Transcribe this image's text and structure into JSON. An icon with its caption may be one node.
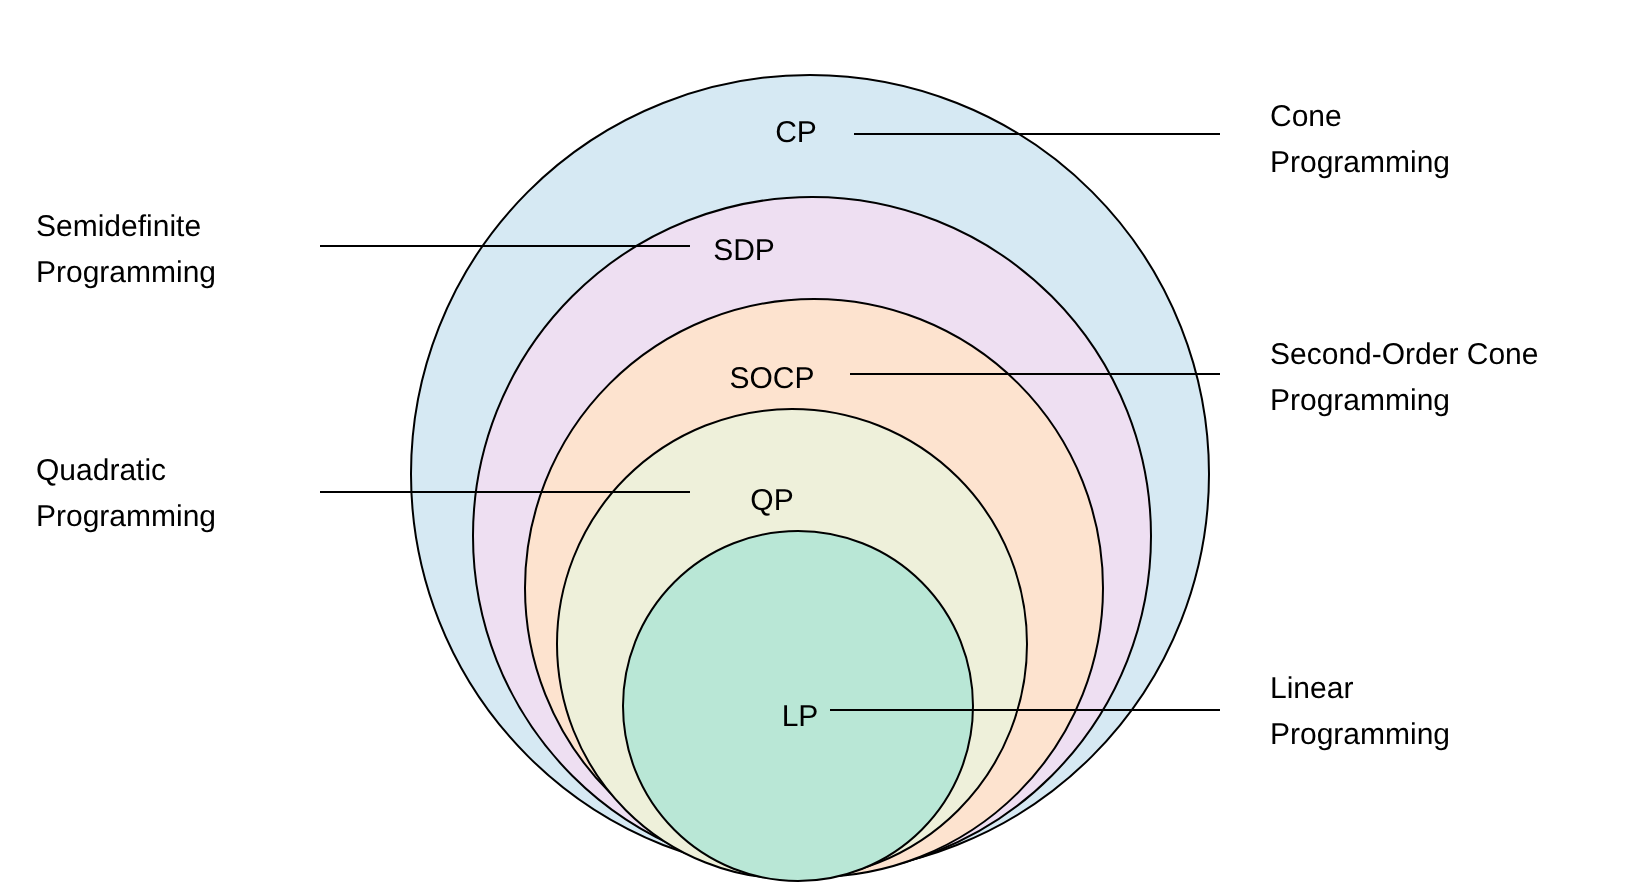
{
  "diagram": {
    "nodes": [
      {
        "text": [
          "CP"
        ]
      },
      {
        "text": [
          "SDP"
        ],
        "in": 0
      },
      {
        "text": [
          "SOCP"
        ],
        "in": 1
      },
      {
        "text": [
          "QP"
        ],
        "in": 2
      },
      {
        "text": [
          "LP"
        ],
        "in": 3
      },
      {
        "text": [
          "Cone Programming"
        ]
      },
      {
        "text": [
          "Semidefinite Programming"
        ]
      },
      {
        "text": [
          "Second-Order Cone Programming"
        ]
      },
      {
        "text": [
          "Quadratic Programming"
        ]
      },
      {
        "text": [
          "Linear Programming"
        ]
      }
    ],
    "edges": [
      {
        "from": 5,
        "to": 0,
        "arrow": "none"
      },
      {
        "from": 6,
        "to": 1,
        "arrow": "none"
      },
      {
        "from": 7,
        "to": 2,
        "arrow": "none"
      },
      {
        "from": 8,
        "to": 3,
        "arrow": "none"
      },
      {
        "from": 9,
        "to": 4,
        "arrow": "none"
      }
    ]
  }
}
